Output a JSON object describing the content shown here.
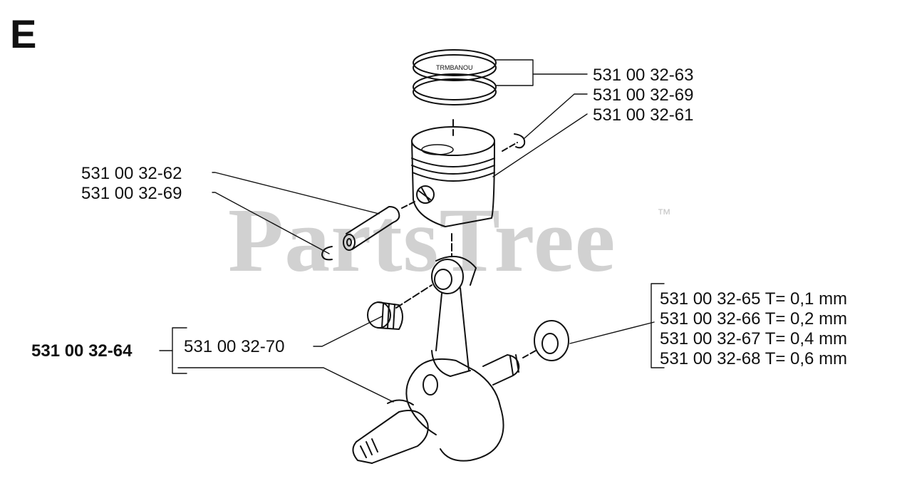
{
  "diagram": {
    "section_letter": "E",
    "watermark": "PartsTree",
    "watermark_tm": "™",
    "parts": {
      "piston_rings": "531 00 32-63",
      "circlip_right": "531 00 32-69",
      "piston": "531 00 32-61",
      "piston_pin": "531 00 32-62",
      "circlip_left": "531 00 32-69",
      "needle_bearing": "531 00 32-70",
      "crankshaft_assembly": "531 00 32-64"
    },
    "shims": [
      "531 00 32-65 T= 0,1 mm",
      "531 00 32-66 T= 0,2 mm",
      "531 00 32-67 T= 0,4 mm",
      "531 00 32-68 T= 0,6 mm"
    ]
  }
}
